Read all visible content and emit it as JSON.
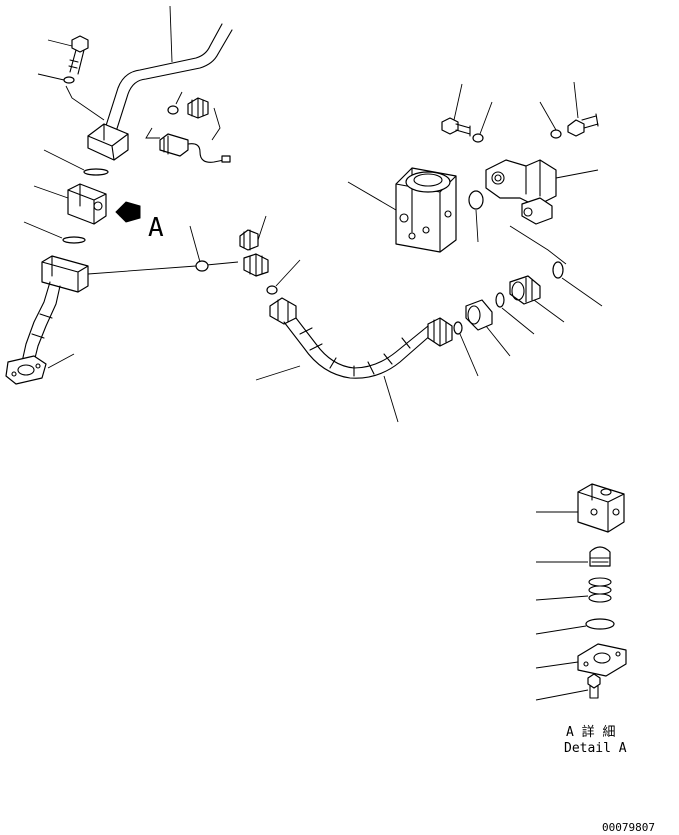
{
  "view_label": "A",
  "detail": {
    "line1": "A 詳 細",
    "line2": "Detail A"
  },
  "drawing_number": "00079807"
}
